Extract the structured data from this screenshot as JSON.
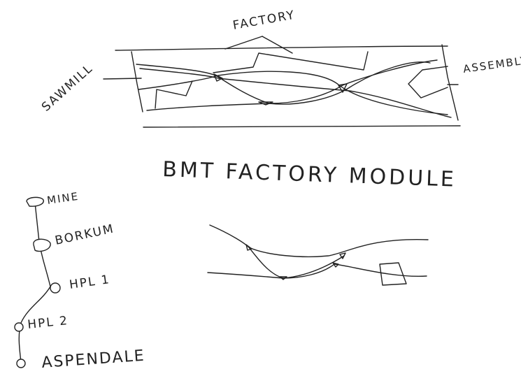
{
  "labels": {
    "factory": "FACTORY",
    "sawmill": "SAWMILL",
    "assembly": "ASSEMBLY",
    "title": "BMT FACTORY MODULE"
  },
  "route": {
    "stops": [
      "MINE",
      "BORKUM",
      "HPL 1",
      "HPL 2",
      "ASPENDALE"
    ]
  }
}
